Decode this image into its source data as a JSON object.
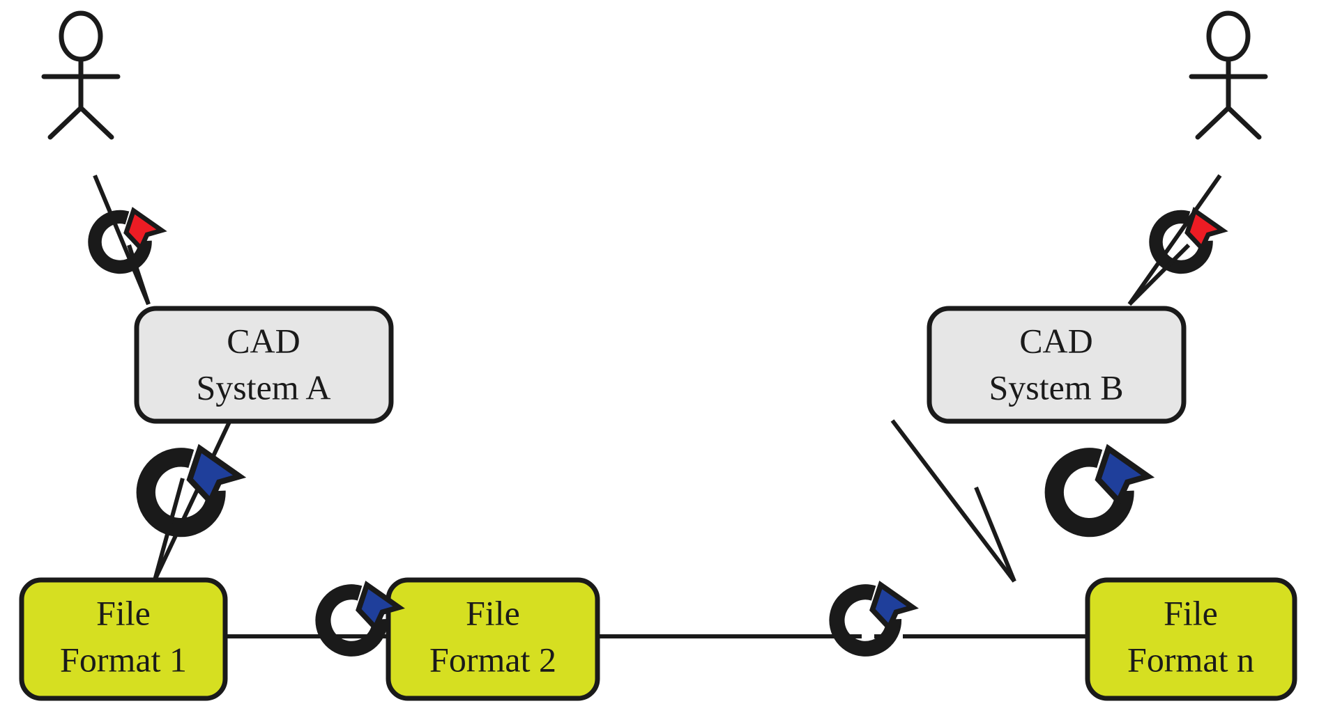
{
  "diagram": {
    "title": "CAD file-format exchange loop",
    "background_color": "#ffffff",
    "stroke_color": "#1a1a1a",
    "colors": {
      "cad_box_fill": "#e6e6e6",
      "file_box_fill": "#d6df21",
      "red_arrow": "#ed1c24",
      "blue_arrow": "#1f3f9b",
      "outline": "#1a1a1a"
    },
    "actors": [
      {
        "name": "actor-left",
        "label": ""
      },
      {
        "name": "actor-right",
        "label": ""
      }
    ],
    "cad_systems": [
      {
        "id": "cad-a",
        "line1": "CAD",
        "line2": "System A"
      },
      {
        "id": "cad-b",
        "line1": "CAD",
        "line2": "System B"
      }
    ],
    "file_formats": [
      {
        "id": "file-1",
        "line1": "File",
        "line2": "Format 1"
      },
      {
        "id": "file-2",
        "line1": "File",
        "line2": "Format 2"
      },
      {
        "id": "file-n",
        "line1": "File",
        "line2": "Format n"
      }
    ],
    "conversion_icons": [
      {
        "id": "convert-user-a",
        "color": "red",
        "meaning": "manual-rework"
      },
      {
        "id": "convert-user-b",
        "color": "red",
        "meaning": "manual-rework"
      },
      {
        "id": "convert-cad-a-file-1",
        "color": "blue",
        "meaning": "format-conversion"
      },
      {
        "id": "convert-file-1-file-2",
        "color": "blue",
        "meaning": "format-conversion"
      },
      {
        "id": "convert-file-2-file-n",
        "color": "blue",
        "meaning": "format-conversion"
      },
      {
        "id": "convert-cad-b-file-n",
        "color": "blue",
        "meaning": "format-conversion"
      }
    ],
    "connectors": [
      {
        "id": "link-actor-a-cad-a",
        "style": "solid"
      },
      {
        "id": "link-cad-a-file-1",
        "style": "solid"
      },
      {
        "id": "link-file-1-file-2",
        "style": "solid"
      },
      {
        "id": "link-file-2-file-n",
        "style": "solid-with-dash-gap"
      },
      {
        "id": "link-cad-b-file-n",
        "style": "solid"
      },
      {
        "id": "link-actor-b-cad-b",
        "style": "solid"
      }
    ]
  }
}
